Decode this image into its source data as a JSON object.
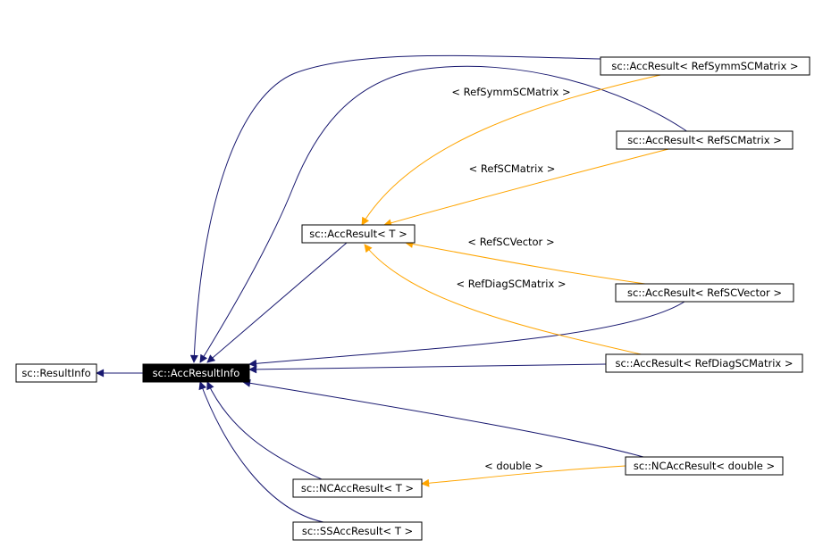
{
  "diagram": {
    "colors": {
      "inherit_edge": "#191970",
      "template_edge": "#ffa500",
      "highlight_fill": "#000000",
      "highlight_text": "#ffffff"
    },
    "nodes": {
      "result_info": "sc::ResultInfo",
      "acc_result_info": "sc::AccResultInfo",
      "acc_result_t": "sc::AccResult< T >",
      "acc_result_symm": "sc::AccResult< RefSymmSCMatrix >",
      "acc_result_sc": "sc::AccResult< RefSCMatrix >",
      "acc_result_vec": "sc::AccResult< RefSCVector >",
      "acc_result_diag": "sc::AccResult< RefDiagSCMatrix >",
      "ncacc_double": "sc::NCAccResult< double >",
      "ncacc_t": "sc::NCAccResult< T >",
      "ssacc_t": "sc::SSAccResult< T >"
    },
    "edge_labels": {
      "symm": "< RefSymmSCMatrix >",
      "sc": "< RefSCMatrix >",
      "vec": "< RefSCVector >",
      "diag": "< RefDiagSCMatrix >",
      "double": "< double >"
    }
  }
}
